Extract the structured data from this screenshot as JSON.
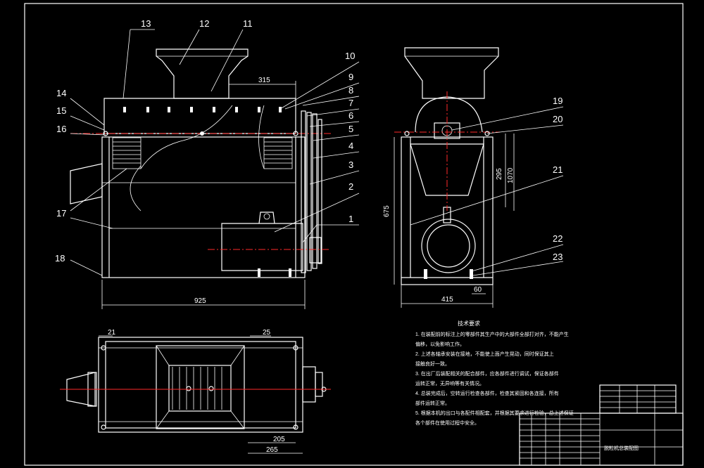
{
  "drawing": {
    "part_labels": [
      "1",
      "2",
      "3",
      "4",
      "5",
      "6",
      "7",
      "8",
      "9",
      "10",
      "11",
      "12",
      "13",
      "14",
      "15",
      "16",
      "17",
      "18",
      "19",
      "20",
      "21",
      "22",
      "23"
    ],
    "dimensions": {
      "front_width": "925",
      "front_top": "315",
      "side_width": "415",
      "side_height": "675",
      "side_inner": "295",
      "side_total": "1070",
      "side_foot": "60",
      "plan_left": "21",
      "plan_top": "25",
      "plan_a": "205",
      "plan_b": "265"
    },
    "notes": {
      "title": "技术要求",
      "lines": [
        "1. 在装配前的标注上的零部件其生产中的大部件全部打对齐，不能产生",
        "偏移，以免影响工作。",
        "2. 上述各轴承安装在接地，不能使上面产生晃动，同时保证其上",
        "接触良好一致。",
        "3. 在出厂后装配相关的配合部件，应各部件进行调试，保证各部件",
        "运转正常，无异响等有关情况。",
        "4. 总装完成后，空转运行检查各部件，检查其紧固和各连接，所有",
        "部件运转正常。",
        "5. 根据本机的出口与各配件相配套，并根据其要求进行检验，总上述保证",
        "各个部件在使用过程中安全。"
      ]
    },
    "title_block": {
      "name": "脱粒机总装配图"
    },
    "colors": {
      "background": "#000000",
      "lines": "#ffffff",
      "centerlines": "#ff2a2a"
    }
  }
}
